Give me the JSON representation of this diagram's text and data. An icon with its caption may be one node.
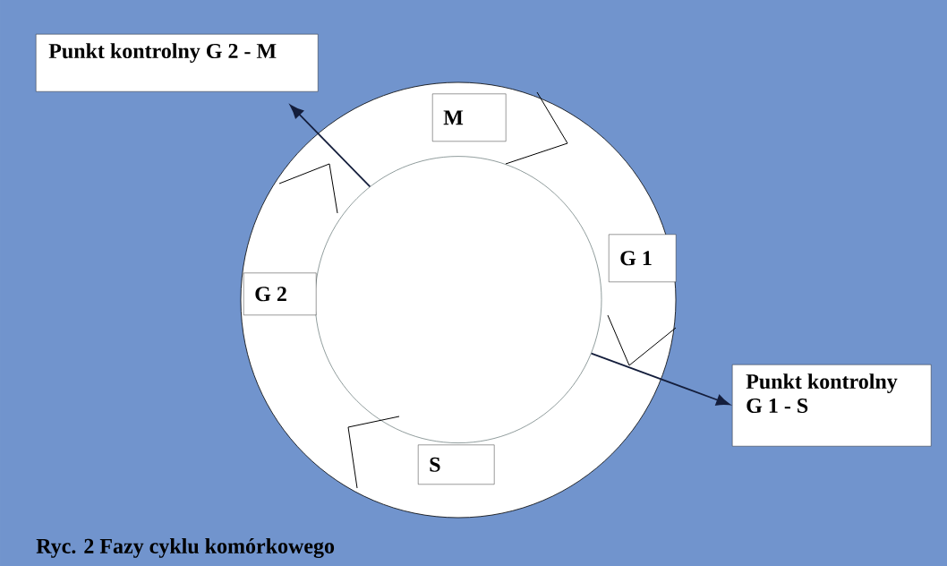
{
  "diagram": {
    "caption": "Ryc. 2 Fazy cyklu komórkowego",
    "nodes": [
      {
        "text": [
          "Punkt kontrolny G 2 - M"
        ]
      },
      {
        "text": [],
        "shape": "circle"
      },
      {
        "text": [],
        "shape": "circle",
        "in": 1
      },
      {
        "text": [
          "M"
        ],
        "in": 1
      },
      {
        "text": [
          "G 1"
        ],
        "in": 1
      },
      {
        "text": [
          "Punkt kontrolny G 1 - S"
        ]
      },
      {
        "text": [
          "G 2"
        ],
        "in": 1
      },
      {
        "text": [
          "S"
        ],
        "in": 1
      }
    ],
    "edges": [
      {
        "from": 2,
        "to": 0,
        "arrow": "to"
      },
      {
        "from": 2,
        "to": 5,
        "arrow": "to"
      }
    ]
  }
}
